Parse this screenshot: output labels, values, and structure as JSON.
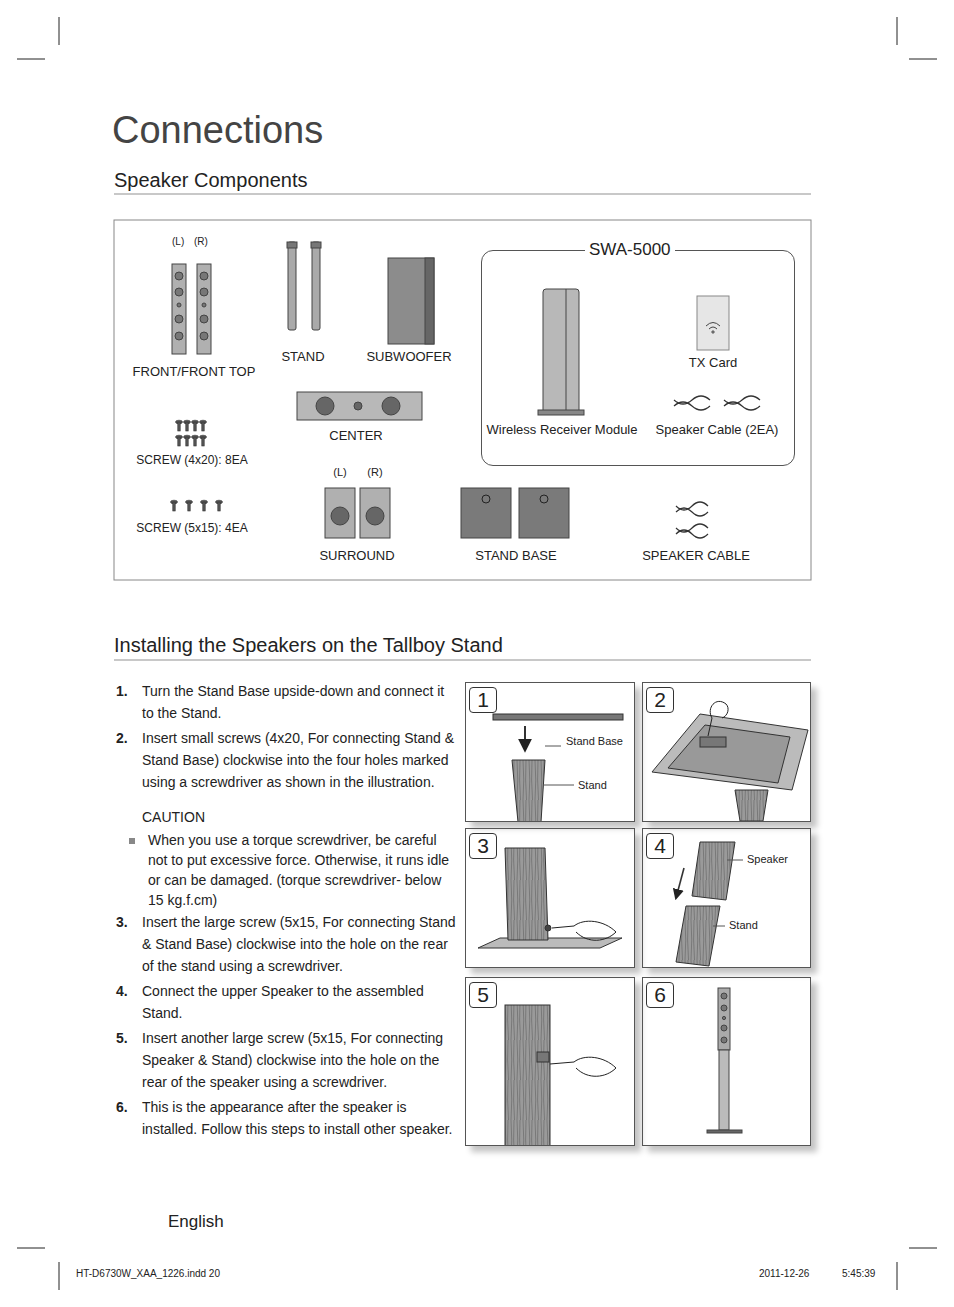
{
  "diagram": {
    "title": "Connections",
    "nodes": [
      {
        "text": [
          "SWA-5000",
          "Wireless Receiver Module",
          "TX Card",
          "Speaker Cable (2EA)"
        ]
      },
      {
        "text": [
          "1",
          "Stand Base",
          "Stand"
        ]
      },
      {
        "text": [
          "2"
        ]
      },
      {
        "text": [
          "3"
        ]
      },
      {
        "text": [
          "4",
          "Speaker",
          "Stand"
        ]
      },
      {
        "text": [
          "5"
        ]
      },
      {
        "text": [
          "6"
        ]
      }
    ],
    "labels": [
      "Speaker Components",
      "(L)",
      "(R)",
      "FRONT/FRONT TOP",
      "STAND",
      "SUBWOOFER",
      "CENTER",
      "SCREW (4x20): 8EA",
      "SCREW (5x15): 4EA",
      "(L)",
      "(R)",
      "SURROUND",
      "STAND BASE",
      "SPEAKER CABLE",
      "Installing the Speakers on the Tallboy Stand",
      "1.",
      "Turn the Stand Base upside-down and connect it to the Stand.",
      "2.",
      "Insert small screws (4x20, For connecting Stand & Stand Base) clockwise into the four holes marked using a screwdriver as shown in the illustration.",
      "CAUTION",
      "When you use a torque screwdriver, be careful not to put excessive force. Otherwise, it runs idle or can be damaged. (torque screwdriver- below 15 kg.f.cm)",
      "3.",
      "Insert the large screw (5x15, For connecting Stand & Stand Base) clockwise into the hole on the rear of the stand using a screwdriver.",
      "4.",
      "Connect the upper Speaker to the assembled Stand.",
      "5.",
      "Insert another large screw (5x15, For connecting Speaker & Stand) clockwise into the hole on the rear of the speaker using a screwdriver.",
      "6.",
      "This is the appearance after the speaker is installed. Follow this steps to install other speaker.",
      "English",
      "HT-D6730W_XAA_1226.indd   20",
      "2011-12-26",
      "5:45:39"
    ]
  }
}
